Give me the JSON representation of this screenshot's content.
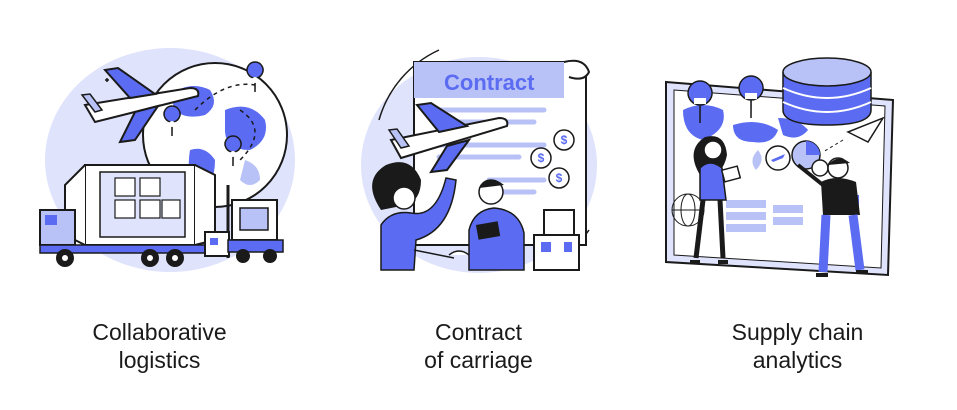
{
  "colors": {
    "primary": "#5b6cf2",
    "light": "#b9c2f7",
    "pale": "#dfe3fc",
    "ink": "#1a1a1a",
    "background": "#ffffff"
  },
  "panels": [
    {
      "caption_line1": "Collaborative",
      "caption_line2": "logistics",
      "icons": [
        "airplane-icon",
        "globe-icon",
        "truck-icon",
        "forklift-icon",
        "location-pin-icon"
      ]
    },
    {
      "caption_line1": "Contract",
      "caption_line2": "of carriage",
      "document_title": "Contract",
      "icons": [
        "airplane-icon",
        "dollar-coin-icon",
        "box-icon",
        "handshake-icon"
      ]
    },
    {
      "caption_line1": "Supply chain",
      "caption_line2": "analytics",
      "icons": [
        "database-icon",
        "world-map-icon",
        "location-pin-icon",
        "paper-plane-icon",
        "pie-chart-icon"
      ]
    }
  ]
}
